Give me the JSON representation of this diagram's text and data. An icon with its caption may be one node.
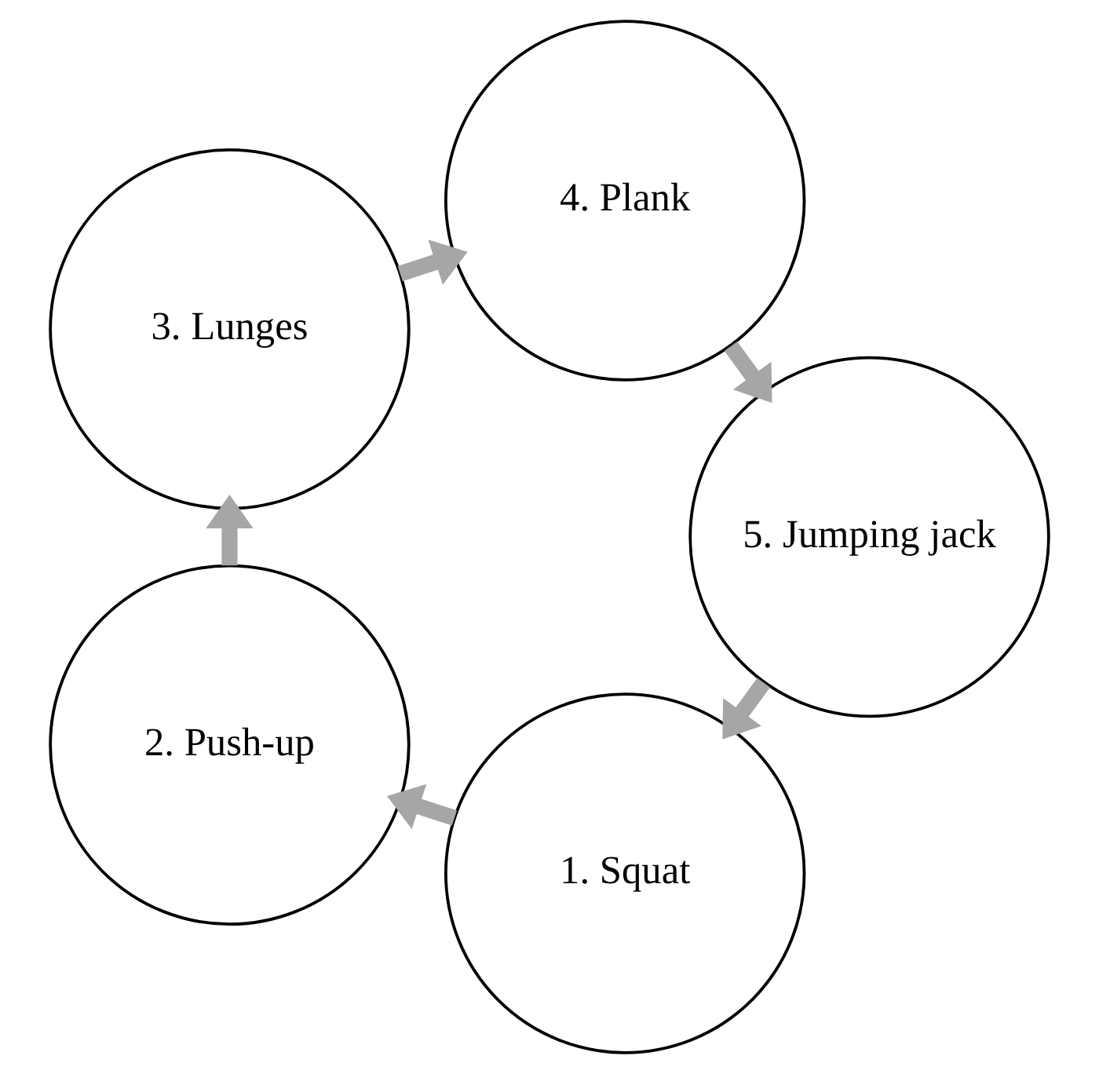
{
  "diagram": {
    "nodes": [
      {
        "text": [
          "1. Squat"
        ]
      },
      {
        "text": [
          "2. Push-up"
        ]
      },
      {
        "text": [
          "3. Lunges"
        ]
      },
      {
        "text": [
          "4. Plank"
        ]
      },
      {
        "text": [
          "5. Jumping jack"
        ]
      }
    ],
    "edges": [
      {
        "from": 0,
        "to": 1,
        "arrow": "to"
      },
      {
        "from": 1,
        "to": 2,
        "arrow": "to"
      },
      {
        "from": 2,
        "to": 3,
        "arrow": "to"
      },
      {
        "from": 3,
        "to": 4,
        "arrow": "to"
      },
      {
        "from": 4,
        "to": 0,
        "arrow": "to"
      }
    ]
  }
}
